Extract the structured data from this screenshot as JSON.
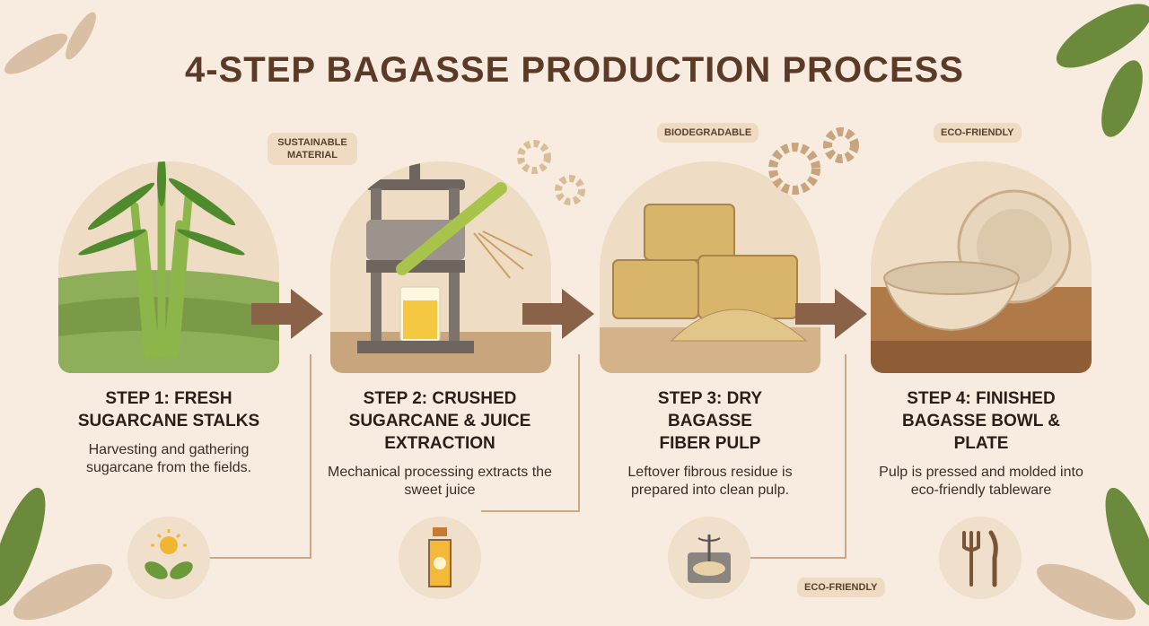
{
  "title": "4-STEP BAGASSE PRODUCTION PROCESS",
  "badges": {
    "sustainable": "SUSTAINABLE MATERIAL",
    "biodegradable": "BIODEGRADABLE",
    "eco_top": "ECO-FRIENDLY",
    "eco_bottom": "ECO-FRIENDLY"
  },
  "steps": [
    {
      "title": "STEP 1: FRESH SUGARCANE STALKS",
      "desc": "Harvesting and gathering sugarcane from the fields.",
      "icon": "sun-leaves-icon"
    },
    {
      "title": "STEP 2: CRUSHED SUGARCANE & JUICE EXTRACTION",
      "desc": "Mechanical processing extracts the sweet juice",
      "icon": "juice-bottle-icon"
    },
    {
      "title": "STEP 3: DRY BAGASSE FIBER PULP",
      "desc": "Leftover fibrous residue is prepared into clean pulp.",
      "icon": "pulp-mixer-icon"
    },
    {
      "title": "STEP 4: FINISHED BAGASSE BOWL & PLATE",
      "desc": "Pulp is pressed and molded into eco-friendly tableware",
      "icon": "fork-knife-icon"
    }
  ],
  "colors": {
    "background": "#f7ecdf",
    "title": "#5b3a27",
    "arrow": "#8a6248",
    "panel": "#efdcc4"
  }
}
